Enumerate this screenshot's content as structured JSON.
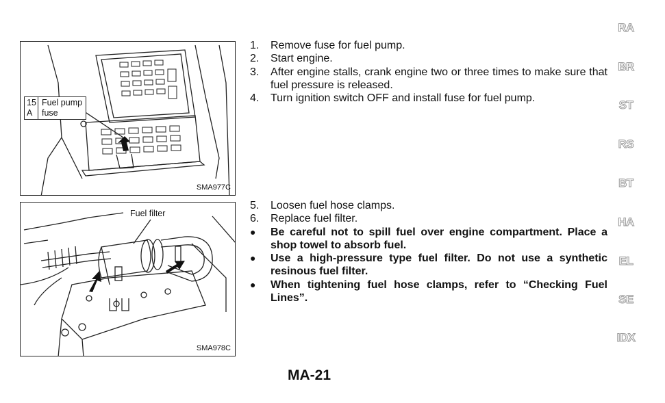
{
  "figure1": {
    "code": "SMA977C",
    "callout_number": "15\nA",
    "callout_text": "Fuel pump\nfuse"
  },
  "figure2": {
    "code": "SMA978C",
    "label": "Fuel filter"
  },
  "steps_top": [
    {
      "num": "1.",
      "text": "Remove fuse for fuel pump."
    },
    {
      "num": "2.",
      "text": "Start engine."
    },
    {
      "num": "3.",
      "text": "After engine stalls, crank engine two or three times to make sure that fuel pressure is released."
    },
    {
      "num": "4.",
      "text": "Turn ignition switch OFF and install fuse for fuel pump."
    }
  ],
  "steps_bottom": [
    {
      "num": "5.",
      "text": "Loosen fuel hose clamps."
    },
    {
      "num": "6.",
      "text": "Replace fuel filter."
    }
  ],
  "bullets": [
    "Be careful not to spill fuel over engine compartment. Place a shop towel to absorb fuel.",
    "Use a high-pressure type fuel filter. Do not use a synthetic resinous fuel filter.",
    "When tightening fuel hose clamps, refer to “Checking Fuel Lines”."
  ],
  "side_tabs": [
    "RA",
    "BR",
    "ST",
    "RS",
    "BT",
    "HA",
    "EL",
    "SE",
    "IDX"
  ],
  "page_number": "MA-21"
}
